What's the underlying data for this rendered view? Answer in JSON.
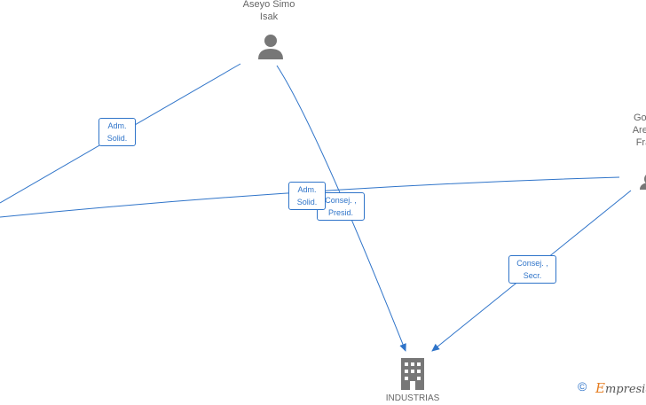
{
  "nodes": {
    "person_top": {
      "line1": "Aseyo Simo",
      "line2": "Isak",
      "icon": "person-icon"
    },
    "person_right": {
      "line1": "Gorro",
      "line2": "Areitic",
      "line3": "Fran",
      "icon": "person-icon"
    },
    "company_bottom": {
      "label": "INDUSTRIAS",
      "icon": "building-icon"
    }
  },
  "edges": {
    "adm_solid_1": {
      "line1": "Adm.",
      "line2": "Solid."
    },
    "adm_solid_2": {
      "line1": "Adm.",
      "line2": "Solid."
    },
    "consej_presid": {
      "line1": "Consej. ,",
      "line2": "Presid."
    },
    "consej_secr": {
      "line1": "Consej. ,",
      "line2": "Secr."
    }
  },
  "footer": {
    "copyright_symbol": "©",
    "brand_first": "E",
    "brand_rest": "mpresia"
  },
  "colors": {
    "edge": "#2f74c9",
    "icon": "#777777",
    "label": "#666666",
    "brand_accent": "#e67e22"
  }
}
